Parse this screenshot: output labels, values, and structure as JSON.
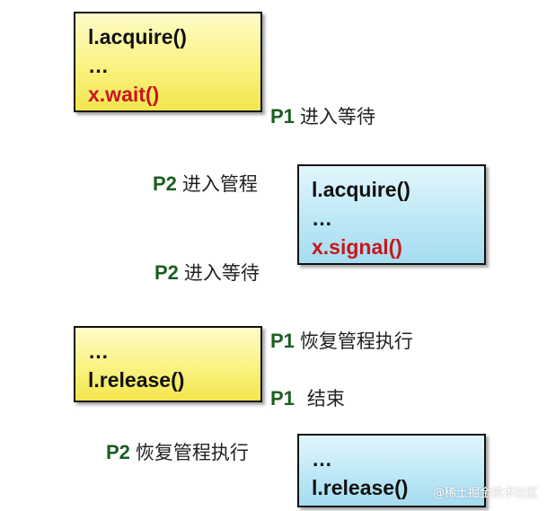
{
  "boxes": {
    "p1_top": {
      "lines": [
        "l.acquire()",
        "…",
        "x.wait()"
      ]
    },
    "p2_mid": {
      "lines": [
        "l.acquire()",
        "…",
        "x.signal()"
      ]
    },
    "p1_bottom": {
      "lines": [
        "…",
        "l.release()"
      ]
    },
    "p2_bottom": {
      "lines": [
        "…",
        "l.release()"
      ]
    }
  },
  "labels": {
    "p1_wait": {
      "pid": "P1",
      "text": "进入等待"
    },
    "p2_enter": {
      "pid": "P2",
      "text": "进入管程"
    },
    "p2_wait": {
      "pid": "P2",
      "text": "进入等待"
    },
    "p1_resume": {
      "pid": "P1",
      "text": "恢复管程执行"
    },
    "p1_end": {
      "pid": "P1",
      "text": "结束"
    },
    "p2_resume": {
      "pid": "P2",
      "text": "恢复管程执行"
    }
  },
  "colors": {
    "code_highlight": "#c8161d",
    "process_label": "#1b5e20",
    "box_yellow": "#faf281",
    "box_cyan": "#bde8f6"
  },
  "watermark": "@稀土掘金技术社区"
}
